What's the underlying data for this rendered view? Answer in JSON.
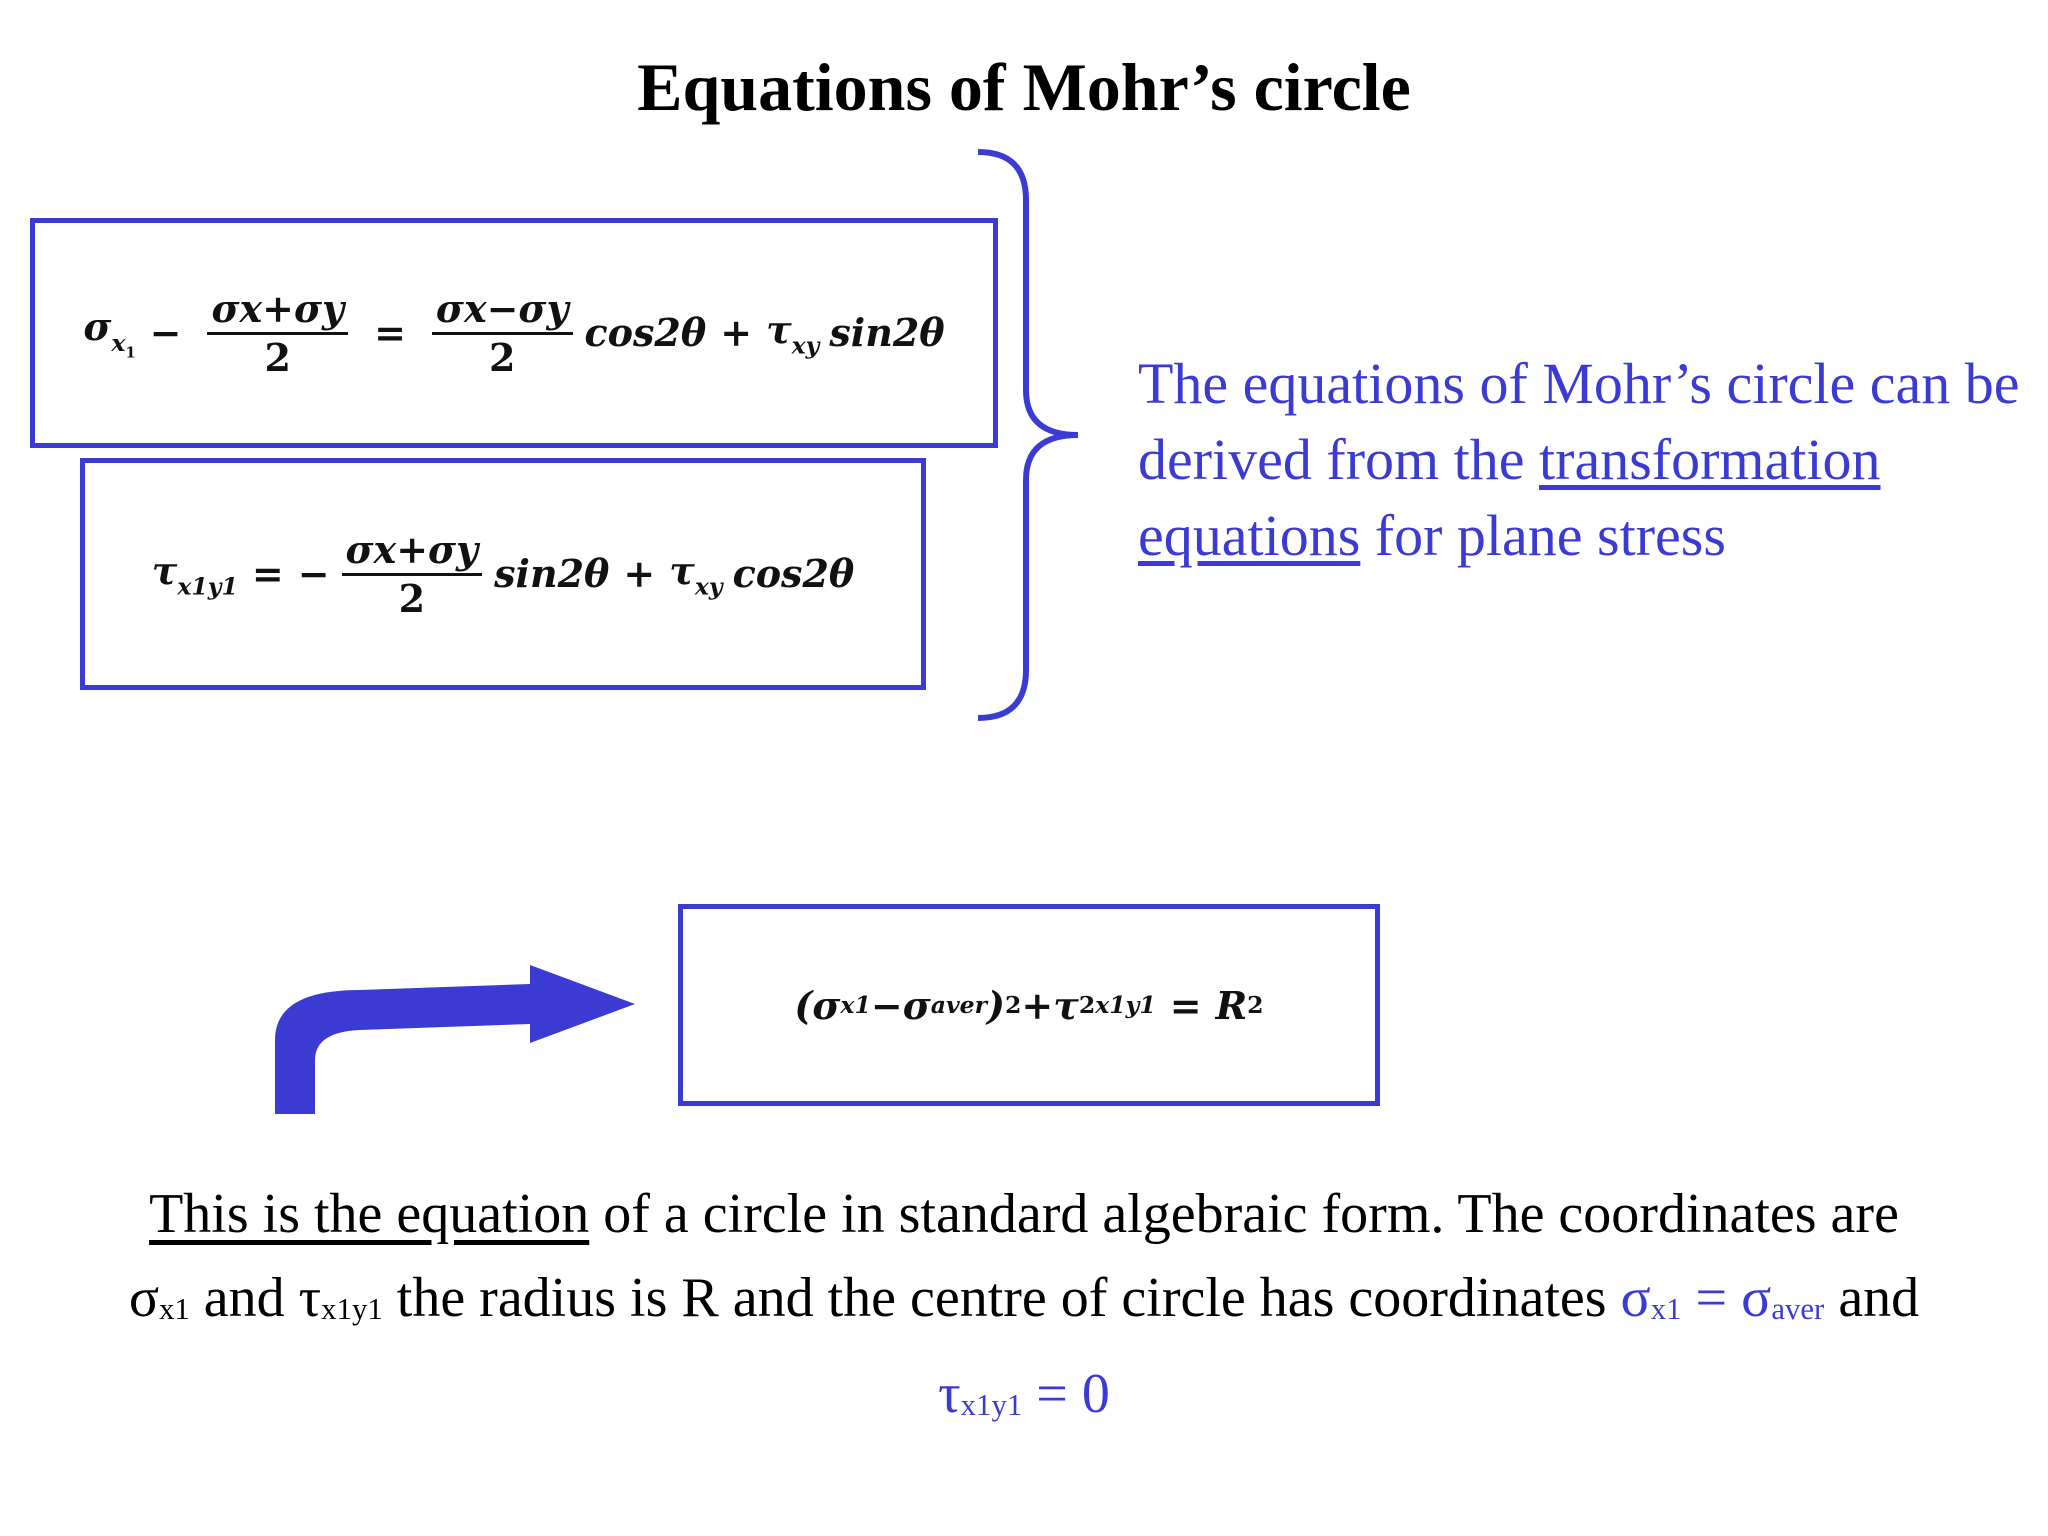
{
  "title": "Equations of Mohr’s circle",
  "eq1": {
    "lhs_var": "σ",
    "lhs_sub_x": "x",
    "lhs_sub_1": "1",
    "minus": "−",
    "frac1_num": "σx+σy",
    "frac1_den": "2",
    "equals": "=",
    "frac2_num": "σx−σy",
    "frac2_den": "2",
    "term1": "cos2θ",
    "plus": "+",
    "tau": "τ",
    "tau_sub": "xy",
    "term2": "sin2θ"
  },
  "eq2": {
    "lhs_var": "τ",
    "lhs_sub": "x1y1",
    "equals": "=",
    "minus": "−",
    "frac_num": "σx+σy",
    "frac_den": "2",
    "term1": "sin2θ",
    "plus": "+",
    "tau": "τ",
    "tau_sub": "xy",
    "term2": "cos2θ"
  },
  "eq3": {
    "open": "(σ",
    "sub1": "x1",
    "minus": " −σ",
    "sub2": "aver",
    "close": ")",
    "exp1": "2",
    "plus": "+τ",
    "exp2": "2",
    "sub3": "x1y1",
    "equals": "=",
    "rhs": "R",
    "exp3": "2"
  },
  "note": {
    "part1": "The equations of Mohr’s circle can be derived from the ",
    "link": "transformation equations",
    "part2": " for plane stress"
  },
  "bottom": {
    "underlined": "This is the equation",
    "rest1": " of a circle in standard algebraic form. The coordinates are",
    "sigma": "σ",
    "sigma_sub": "x1",
    "and1": " and ",
    "tau": "τ",
    "tau_sub": "x1y1",
    "rest2": " the radius is R and the centre of circle has coordinates ",
    "c_sigma": "σ",
    "c_sigma_sub": "x1",
    "c_eq": " = σ",
    "c_aver_sub": "aver",
    "and2": " and"
  },
  "last": {
    "tau": "τ",
    "tau_sub": "x1y1",
    "rest": " = 0"
  },
  "colors": {
    "accent": "#3b3bd4",
    "text": "#000000"
  }
}
